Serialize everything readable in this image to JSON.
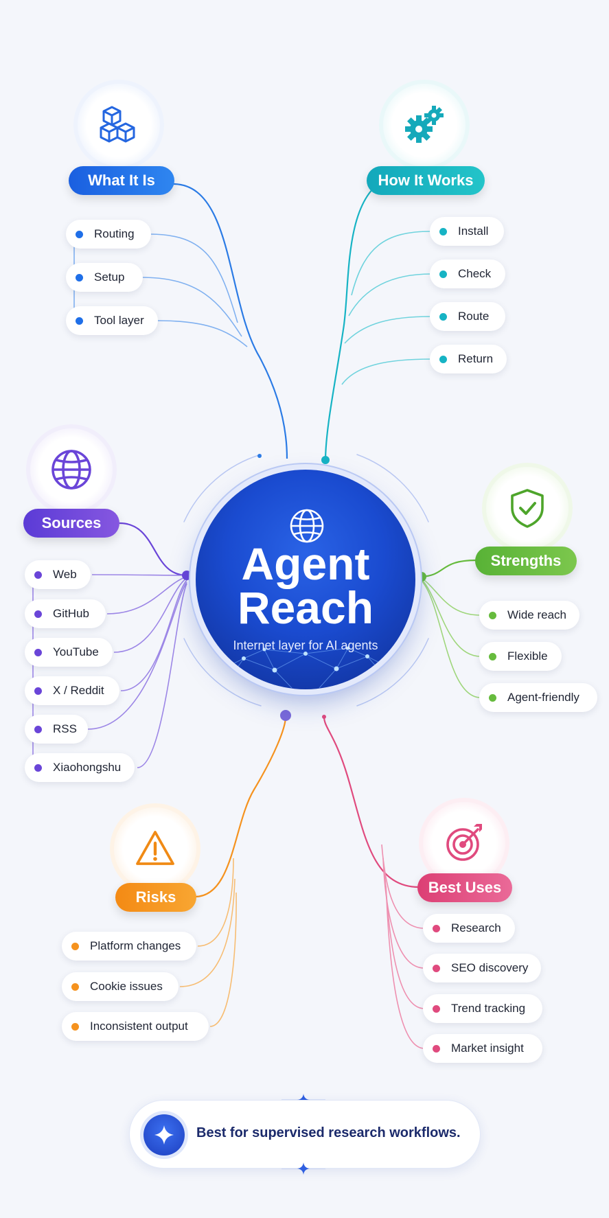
{
  "hub": {
    "title_line1": "Agent",
    "title_line2": "Reach",
    "subtitle": "Internet layer for AI agents",
    "icon": "globe-icon"
  },
  "branches": {
    "what_it_is": {
      "label": "What It Is",
      "icon": "cubes-icon",
      "color": "#1f6fe8",
      "items": [
        "Routing",
        "Setup",
        "Tool layer"
      ]
    },
    "how_it_works": {
      "label": "How It Works",
      "icon": "gears-icon",
      "color": "#16b3c4",
      "items": [
        "Install",
        "Check",
        "Route",
        "Return"
      ]
    },
    "sources": {
      "label": "Sources",
      "icon": "globe-icon",
      "color": "#6a45d8",
      "items": [
        "Web",
        "GitHub",
        "YouTube",
        "X / Reddit",
        "RSS",
        "Xiaohongshu"
      ]
    },
    "strengths": {
      "label": "Strengths",
      "icon": "shield-check-icon",
      "color": "#66bb3d",
      "items": [
        "Wide reach",
        "Flexible",
        "Agent-friendly"
      ]
    },
    "risks": {
      "label": "Risks",
      "icon": "warning-icon",
      "color": "#f5921e",
      "items": [
        "Platform changes",
        "Cookie issues",
        "Inconsistent output"
      ]
    },
    "best_uses": {
      "label": "Best Uses",
      "icon": "target-icon",
      "color": "#e04a7e",
      "items": [
        "Research",
        "SEO discovery",
        "Trend tracking",
        "Market insight"
      ]
    }
  },
  "footer": {
    "text": "Best for supervised research workflows.",
    "icon": "sparkle-icon"
  }
}
